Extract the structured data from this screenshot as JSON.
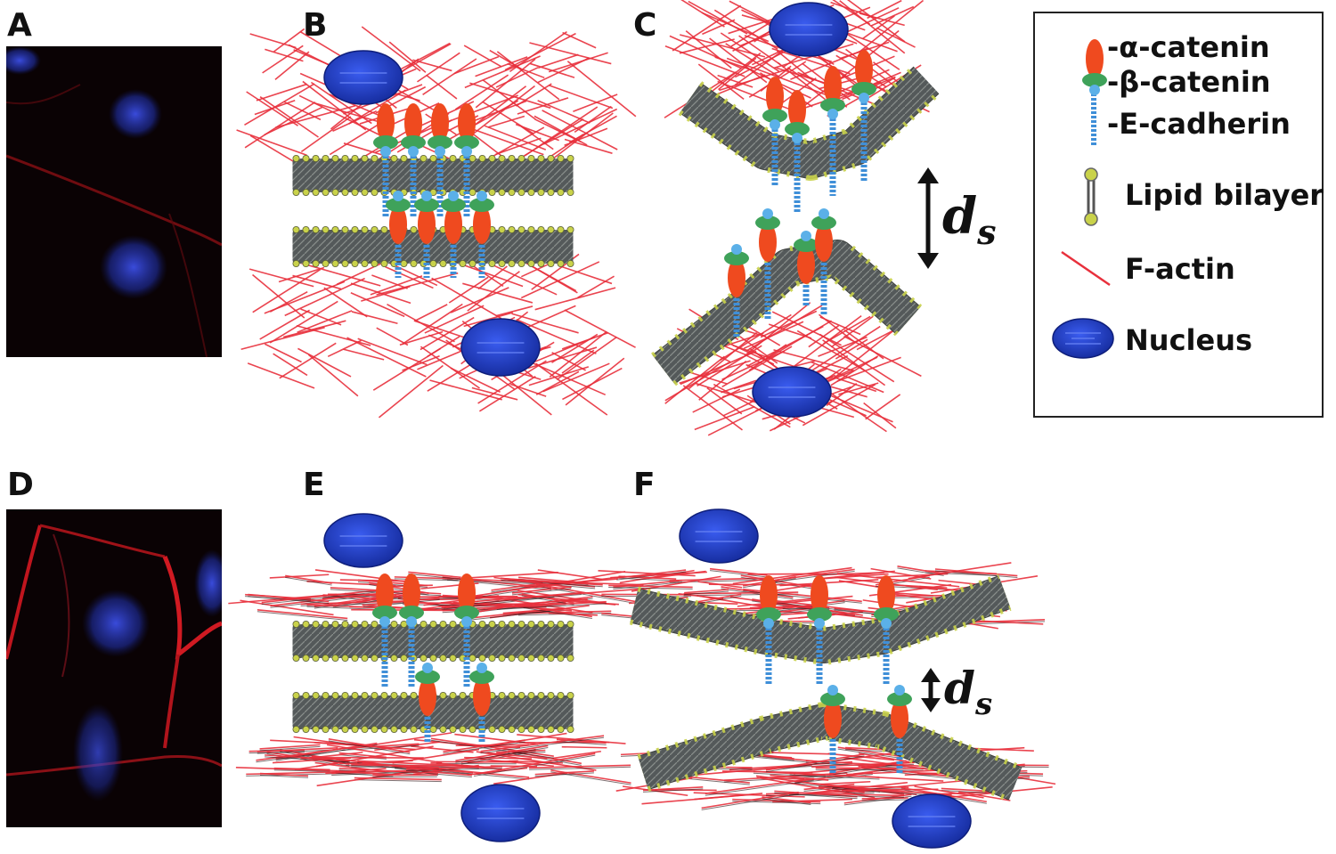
{
  "panels": [
    {
      "id": "A",
      "label": "A",
      "kind": "micrograph"
    },
    {
      "id": "B",
      "label": "B",
      "kind": "junction-flat-dense"
    },
    {
      "id": "C",
      "label": "C",
      "kind": "junction-curved-dense"
    },
    {
      "id": "D",
      "label": "D",
      "kind": "micrograph"
    },
    {
      "id": "E",
      "label": "E",
      "kind": "junction-flat-sparse"
    },
    {
      "id": "F",
      "label": "F",
      "kind": "junction-curved-sparse"
    }
  ],
  "separation": {
    "symbol": "d",
    "subscript": "s"
  },
  "legend": {
    "items": [
      {
        "key": "alpha",
        "text": "-α-catenin",
        "icon": "alpha-catenin-icon"
      },
      {
        "key": "beta",
        "text": "-β-catenin",
        "icon": "beta-catenin-icon"
      },
      {
        "key": "ecad",
        "text": "-E-cadherin",
        "icon": "e-cadherin-icon"
      },
      {
        "key": "lipid",
        "text": "Lipid bilayer",
        "icon": "lipid-bilayer-icon"
      },
      {
        "key": "actin",
        "text": "F-actin",
        "icon": "f-actin-icon"
      },
      {
        "key": "nucleus",
        "text": "Nucleus",
        "icon": "nucleus-icon"
      }
    ]
  },
  "colors": {
    "actin": "#e8303c",
    "nucleus": "#1f3fd6",
    "nucleus_dark": "#142a9a",
    "alpha_catenin": "#ef4a1f",
    "beta_catenin": "#3fa25a",
    "e_cadherin": "#3f8fd8",
    "membrane_core": "#555a55",
    "lipid_head": "#c9d24a",
    "micrograph_bg": "#0a0204"
  }
}
